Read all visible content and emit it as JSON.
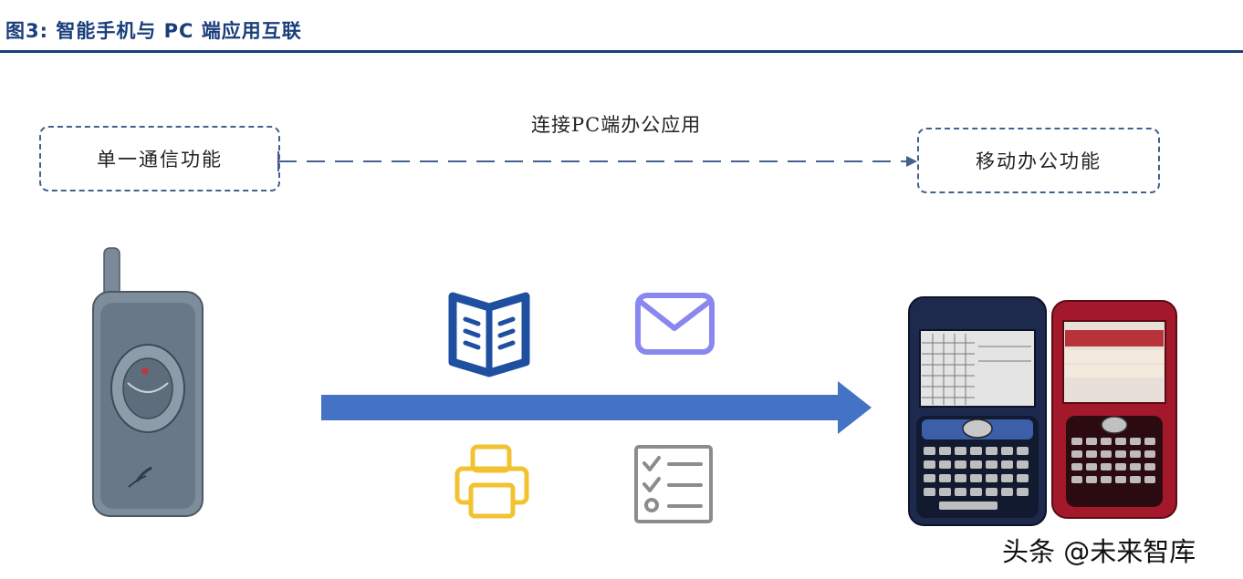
{
  "header": {
    "title": "图3: 智能手机与 PC 端应用互联"
  },
  "diagram": {
    "left_box_label": "单一通信功能",
    "right_box_label": "移动办公功能",
    "connector_label": "连接PC端办公应用"
  },
  "icons": {
    "document": {
      "name": "book-document-icon",
      "color": "#1f4fa0"
    },
    "email": {
      "name": "envelope-icon",
      "color": "#8a87f0"
    },
    "printer": {
      "name": "printer-icon",
      "color": "#f2c230"
    },
    "checklist": {
      "name": "checklist-icon",
      "color": "#8c8c8c"
    }
  },
  "colors": {
    "title": "#1a3e7a",
    "arrow": "#4472c4",
    "dashed_border": "#44608f"
  },
  "watermark": {
    "text": "头条 @未来智库"
  }
}
